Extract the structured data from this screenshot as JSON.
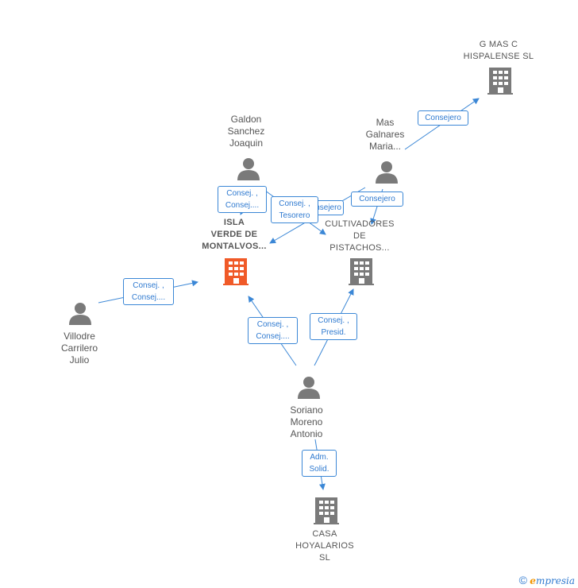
{
  "colors": {
    "person": "#7a7a7a",
    "company": "#7a7a7a",
    "focus_company": "#f05a28",
    "edge": "#3b87d6"
  },
  "nodes": {
    "g_mas_c": {
      "label": "G MAS C\nHISPALENSE SL",
      "icon": "building-icon"
    },
    "galdon": {
      "label": "Galdon\nSanchez\nJoaquin",
      "icon": "person-icon"
    },
    "mas_galnares": {
      "label": "Mas\nGalnares\nMaria...",
      "icon": "person-icon"
    },
    "isla_verde": {
      "label": "ISLA\nVERDE DE\nMONTALVOS...",
      "icon": "building-icon"
    },
    "cultivadores": {
      "label": "CULTIVADORES\nDE\nPISTACHOS...",
      "icon": "building-icon"
    },
    "villodre": {
      "label": "Villodre\nCarrilero\nJulio",
      "icon": "person-icon"
    },
    "soriano": {
      "label": "Soriano\nMoreno\nAntonio",
      "icon": "person-icon"
    },
    "casa_hoyalarios": {
      "label": "CASA\nHOYALARIOS\nSL",
      "icon": "building-icon"
    }
  },
  "relations": {
    "mas_to_gmas": "Consejero",
    "galdon_to_isla": "Consej. ,\nConsej....",
    "galdon_to_cultivadores": "Consej. ,\nTesorero",
    "mas_to_isla": "Consejero",
    "mas_to_cultivadores": "Consejero",
    "villodre_to_isla": "Consej. ,\nConsej....",
    "soriano_to_isla": "Consej. ,\nConsej....",
    "soriano_to_cultivadores": "Consej. ,\nPresid.",
    "soriano_to_casa": "Adm.\nSolid."
  },
  "footer": {
    "copyright": "©",
    "brand_first": "e",
    "brand_rest": "mpresia"
  }
}
